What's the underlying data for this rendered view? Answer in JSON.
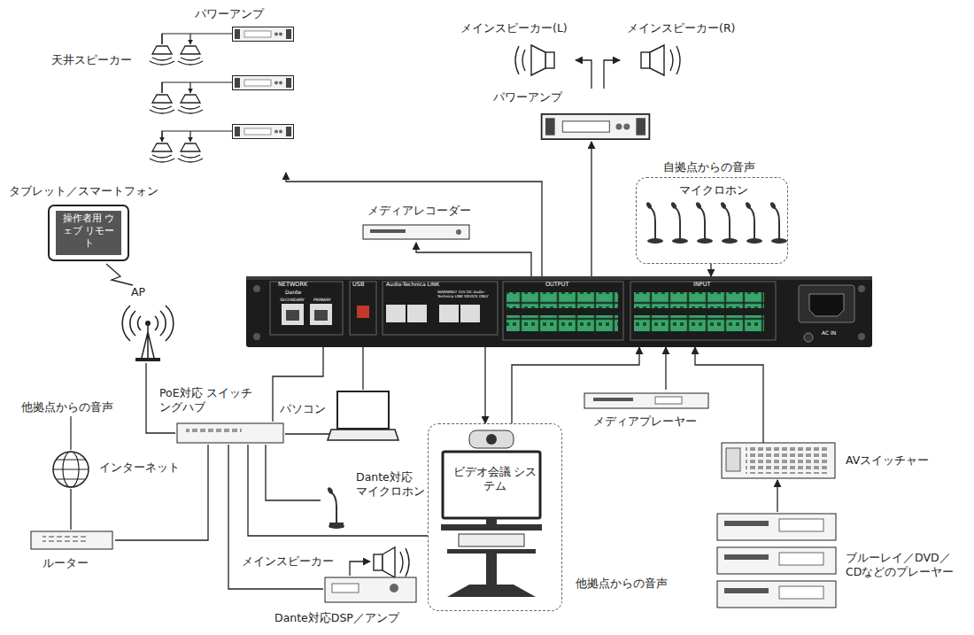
{
  "diagram": {
    "nodes": [
      {
        "text": [
          "パワーアンプ",
          "天井スピーカー"
        ]
      },
      {
        "text": [
          "メインスピーカー(L)"
        ]
      },
      {
        "text": [
          "メインスピーカー(R)"
        ]
      },
      {
        "text": [
          "パワーアンプ"
        ]
      },
      {
        "text": [
          "タブレット／スマートフォン",
          "操作者用 ウェブ リモート"
        ]
      },
      {
        "text": [
          "メディアレコーダー"
        ]
      },
      {
        "text": [
          "自拠点からの音声",
          "マイクロホン"
        ]
      },
      {
        "text": [
          "NETWORK",
          "Dante",
          "SECONDARY",
          "PRIMARY",
          "USB",
          "Audio-Technica LINK",
          "WARNING! 15V DC Audio-Technica LINK DEVICE ONLY",
          "OUTPUT",
          "INPUT",
          "AC IN"
        ]
      },
      {
        "text": [
          "AP"
        ]
      },
      {
        "text": [
          "PoE対応 スイッチングハブ"
        ]
      },
      {
        "text": [
          "パソコン"
        ]
      },
      {
        "text": [
          "他拠点からの音声",
          "インターネット"
        ]
      },
      {
        "text": [
          "メディアプレーヤー"
        ]
      },
      {
        "text": [
          "Dante対応 マイクロホン"
        ]
      },
      {
        "text": [
          "ビデオ会議 システム",
          "他拠点からの音声"
        ]
      },
      {
        "text": [
          "AVスイッチャー"
        ]
      },
      {
        "text": [
          "ルーター"
        ]
      },
      {
        "text": [
          "ブルーレイ／DVD／CDなどのプレーヤー"
        ]
      },
      {
        "text": [
          "メインスピーカー"
        ]
      },
      {
        "text": [
          "Dante対応DSP／アンプ"
        ]
      }
    ],
    "edges": [
      {
        "from": 7,
        "to": 0,
        "arrow": "to"
      },
      {
        "from": 7,
        "to": 3,
        "arrow": "to"
      },
      {
        "from": 3,
        "to": 1,
        "arrow": "to"
      },
      {
        "from": 3,
        "to": 2,
        "arrow": "to"
      },
      {
        "from": 7,
        "to": 5,
        "arrow": "to"
      },
      {
        "from": 6,
        "to": 7,
        "arrow": "to"
      },
      {
        "from": 4,
        "to": 8,
        "arrow": "none"
      },
      {
        "from": 8,
        "to": 9,
        "arrow": "none"
      },
      {
        "from": 9,
        "to": 7,
        "arrow": "none"
      },
      {
        "from": 7,
        "to": 10,
        "arrow": "none"
      },
      {
        "from": 9,
        "to": 10,
        "arrow": "none"
      },
      {
        "from": 11,
        "to": 16,
        "arrow": "none"
      },
      {
        "from": 9,
        "to": 16,
        "arrow": "none"
      },
      {
        "from": 9,
        "to": 13,
        "arrow": "none"
      },
      {
        "from": 9,
        "to": 14,
        "arrow": "none"
      },
      {
        "from": 9,
        "to": 19,
        "arrow": "none"
      },
      {
        "from": 19,
        "to": 18,
        "arrow": "to"
      },
      {
        "from": 7,
        "to": 14,
        "arrow": "to"
      },
      {
        "from": 14,
        "to": 7,
        "arrow": "to"
      },
      {
        "from": 12,
        "to": 7,
        "arrow": "to"
      },
      {
        "from": 15,
        "to": 7,
        "arrow": "to"
      },
      {
        "from": 17,
        "to": 15,
        "arrow": "to"
      }
    ]
  }
}
